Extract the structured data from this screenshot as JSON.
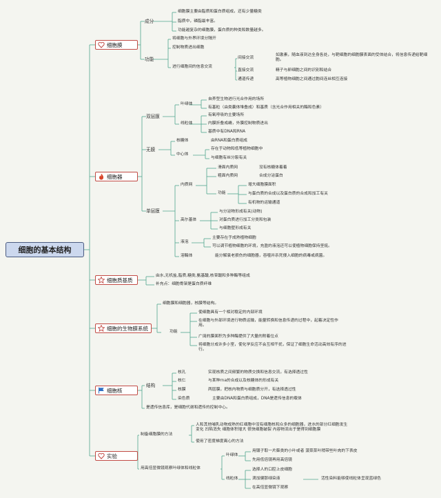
{
  "root": "细胞的基本结构",
  "membrane": {
    "title": "细胞膜",
    "composition_label": "成分",
    "composition": [
      "细胞膜主要由脂质和蛋白质组成，还有少量糖类",
      "脂质中，磷脂最丰富。",
      "功能越复杂的细胞膜，蛋白质的种类和数量越多。"
    ],
    "function_label": "功能",
    "functions": [
      "将细胞与外界环境分隔开",
      "控制物质进出细胞",
      "进行细胞间的信息交流"
    ],
    "exchange": [
      {
        "label": "间接交流",
        "text": "如激素，随血液到达全身各处，与靶细胞的细胞膜表面的受体结合，将信息传递给靶细胞。"
      },
      {
        "label": "直接交流",
        "text": "精子与卵细胞之间的识别和结合"
      },
      {
        "label": "通道传递",
        "text": "高等植物细胞之间通过胞间连丝相互连接"
      }
    ]
  },
  "organelle": {
    "title": "细胞器",
    "double_label": "双层膜",
    "chloroplast_label": "叶绿体",
    "chloroplast": [
      "自养型生物进行光合作用的场所",
      "有基粒（由类囊体堆叠成）和基质（含光合作用相关的酶和色素）"
    ],
    "mito_label": "线粒体",
    "mito": [
      "有氧呼吸的主要场所",
      "内膜折叠成嵴，外膜控制物质进出",
      "基质中有DNA和RNA"
    ],
    "none_label": "无膜",
    "ribosome_label": "核糖体",
    "ribosome": "由RNA和蛋白质组成",
    "centrosome_label": "中心体",
    "centrosome": [
      "存在于动物和低等植物细胞中",
      "与细胞有丝分裂有关"
    ],
    "single_label": "单层膜",
    "er_label": "内质网",
    "rough_er": "滑面内质网",
    "rough_er_text": "没有核糖体着着",
    "smooth_er": "粗面内质网",
    "smooth_er_text": "合成分泌蛋白",
    "er_function_label": "功能",
    "er_functions": [
      "增大细胞膜面积",
      "与蛋白质的合成以及蛋白质的合成和加工有关",
      "有机物的运输通道"
    ],
    "golgi_label": "高尔基体",
    "golgi": [
      "与分泌物形成有关(动物)",
      "对蛋白质进行加工分类和包装",
      "与细胞壁形成有关"
    ],
    "vacuole_label": "液泡",
    "vacuole": [
      "主要存在于成熟植物细胞",
      "可以调节植物细胞的环境，充盈的液泡还可以使植物细胞保持坚挺。"
    ],
    "lysosome_label": "溶酶体",
    "lysosome": "能分解衰老损伤的细胞器，吞噬并杀死侵入细胞的病毒或病菌。"
  },
  "matrix": {
    "title": "细胞质基质",
    "items": [
      "由水,无机盐,脂质,糖类,氨基酸,核苷酸和多种酶等组成",
      "补充点：细胞骨架是蛋白质纤维"
    ]
  },
  "biomembrane": {
    "title": "细胞的生物膜系统",
    "definition": "细胞膜和细胞器，核膜等结构。",
    "function_label": "功能",
    "functions": [
      "使细胞具有一个相对稳定的内部环境",
      "在细胞与外部环境进行物质运输，能量转换和信息传递的过程中，起着决定性作用。",
      "广阔的膜面积为多种酶提供了大量的附着位点",
      "将细胞分成许多小室，使化学反应不会互相干扰，保证了细胞生命活动高效有序的进行。"
    ]
  },
  "nucleus": {
    "title": "细胞核",
    "structure_label": "结构",
    "parts": [
      {
        "label": "核孔",
        "text": "实现核质之间频繁的物质交换和信息交流，有选择透过性"
      },
      {
        "label": "核仁",
        "text": "与某种rna的合成以及核糖体的形成有关"
      },
      {
        "label": "核膜",
        "text": "两层膜，把核内物质与细胞质分开，有选择透过性"
      },
      {
        "label": "染色质",
        "text": "主要由DNA和蛋白质组成，DNA是遗传信息的载体"
      }
    ],
    "note": "是遗传信息库，是细胞代谢和遗传的控制中心。"
  },
  "experiment": {
    "title": "实验",
    "method_label": "制备细胞膜的方法",
    "method": [
      "人和其他哺乳动物成熟的红细胞中没有细胞核和众多的细胞器，进水的部分红细胞发生变化 凹陷消失 细胞体积增大 很快细胞破裂 内容物流出于是得到细胞膜",
      "使用了密度梯度离心的方法"
    ],
    "observe_label": "用高倍显微镜观察叶绿体和线粒体",
    "chloro_label": "叶绿体",
    "chloro": [
      "用镊子取一片藓类的小叶或者 菠菜菜叶稍带些叶肉的下表皮",
      "先用低倍镜再用高倍镜"
    ],
    "mito_label": "线粒体",
    "mito": [
      "选择人的口腔上皮细胞",
      "滴加健那绿染液",
      "在高倍显微镜下观察"
    ],
    "stain_note": "活性染料能够使线粒体呈现蓝绿色"
  },
  "colors": {
    "line": "#4fa58e",
    "border": "#c14a44"
  }
}
